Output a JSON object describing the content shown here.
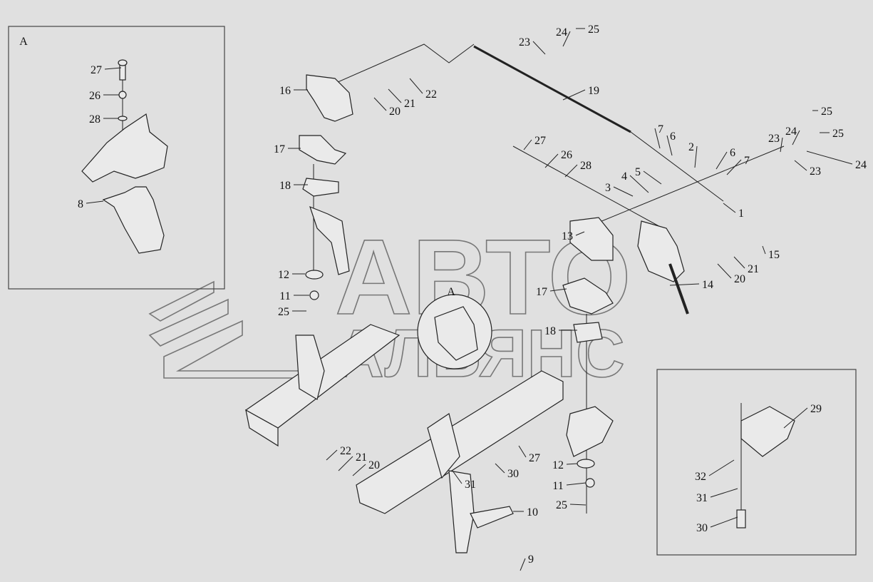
{
  "watermark": {
    "line1": "АВТО",
    "line2": "АЛЬЯНС"
  },
  "inset_a": {
    "title": "A",
    "callouts": [
      "27",
      "26",
      "28",
      "8"
    ]
  },
  "main": {
    "detail_ref": "A",
    "callouts": [
      "16",
      "17",
      "18",
      "12",
      "11",
      "25",
      "20",
      "21",
      "22",
      "23",
      "24",
      "25",
      "19",
      "7",
      "6",
      "2",
      "6",
      "7",
      "5",
      "4",
      "3",
      "27",
      "26",
      "28",
      "23",
      "24",
      "25",
      "25",
      "23",
      "24",
      "1",
      "13",
      "14",
      "15",
      "21",
      "20",
      "17",
      "18",
      "12",
      "11",
      "25",
      "27",
      "30",
      "31",
      "22",
      "21",
      "20",
      "10",
      "9"
    ]
  },
  "inset_b": {
    "callouts": [
      "29",
      "32",
      "31",
      "30"
    ]
  }
}
